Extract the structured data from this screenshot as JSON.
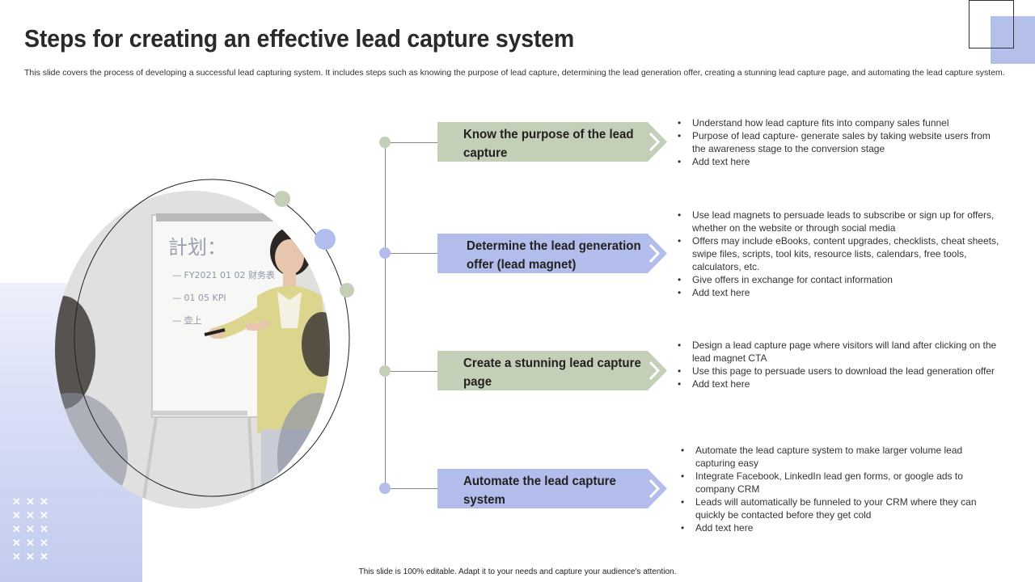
{
  "slide": {
    "title": "Steps for creating an effective lead capture system",
    "subtitle": "This slide covers the process of developing a successful lead capturing system. It includes steps such as knowing the purpose of lead capture, determining the lead generation offer, creating a stunning lead capture page, and automating the lead capture system.",
    "footer": "This slide is 100% editable. Adapt it to your needs and capture your audience's attention."
  },
  "image": {
    "whiteboard_heading": "計划：",
    "whiteboard_lines": [
      "— FY2021 01 02 财务表",
      "— 01 05 KPI",
      "— 壶上"
    ]
  },
  "steps": [
    {
      "label": "Know the purpose of the lead capture",
      "color": "#c3cfb7",
      "bullets": [
        "Understand how lead capture fits into company sales funnel",
        "Purpose of lead capture- generate sales by taking website users from the awareness stage to the conversion stage",
        "Add text here"
      ]
    },
    {
      "label": "Determine the lead generation offer (lead magnet)",
      "color": "#b3bdec",
      "bullets": [
        "Use lead magnets to persuade leads to subscribe or sign up for offers, whether on the website or through social media",
        "Offers may include eBooks, content upgrades, checklists, cheat sheets, swipe files, scripts, tool kits, resource lists, calendars, free tools, calculators, etc.",
        "Give offers in exchange for contact information",
        "Add text here"
      ]
    },
    {
      "label": "Create a stunning lead capture page",
      "color": "#c3cfb7",
      "bullets": [
        "Design a lead capture page where visitors will land after clicking on the lead magnet CTA",
        "Use this page to persuade users to download the lead generation offer",
        "Add text here"
      ]
    },
    {
      "label": "Automate the lead capture system",
      "color": "#b3bdec",
      "bullets": [
        "Automate the lead capture system to make larger volume lead capturing easy",
        "Integrate Facebook, LinkedIn lead gen forms, or google ads to company CRM",
        "Leads will automatically be funneled to your CRM where they can quickly be contacted before they get cold",
        "Add text here"
      ]
    }
  ],
  "colors": {
    "accent_blue": "#b3bdec",
    "accent_green": "#c3cfb7",
    "corner_square": "#b4bfea"
  }
}
